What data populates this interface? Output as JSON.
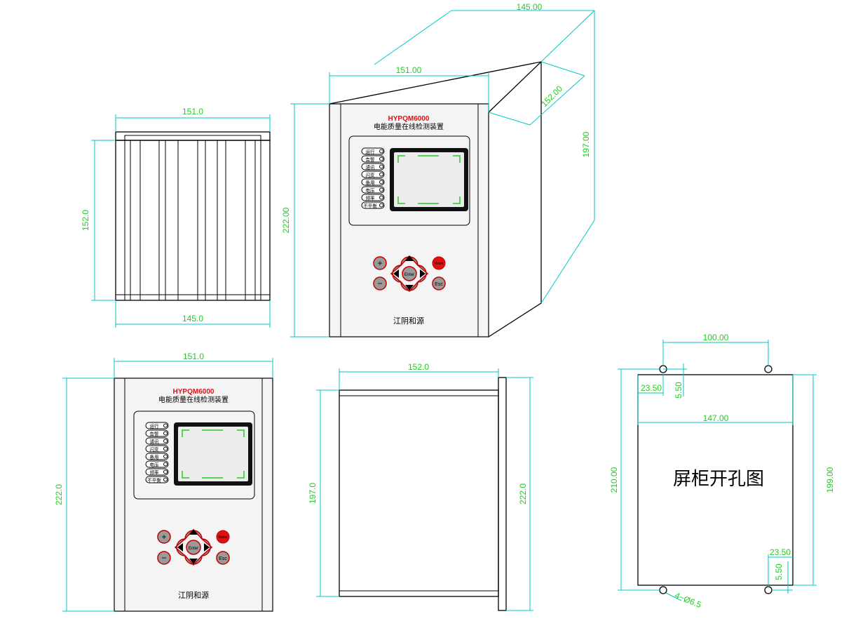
{
  "device": {
    "model": "HYPQM6000",
    "name": "电能质量在线检测装置",
    "maker": "江阴和源",
    "indicators": [
      "运行",
      "告警",
      "通讯",
      "闪变",
      "备用",
      "电压",
      "频率",
      "不平衡"
    ],
    "keys": {
      "plus": "+",
      "minus": "−",
      "enter": "Enter",
      "reset": "Reset",
      "esc": "Esc"
    }
  },
  "colors": {
    "dimension_cyan": "#00c8c8",
    "dimension_green": "#22cc22",
    "model_red": "#e01010",
    "key_outline": "#c00000",
    "screen_frame": "#000000",
    "screen_marks": "#22cc22"
  },
  "views": {
    "top_view": {
      "width_top": "151.0",
      "height": "152.0",
      "width_bottom": "145.0"
    },
    "iso_view": {
      "depth_top": "145.00",
      "front_width": "151.00",
      "side_depth": "152.00",
      "side_height": "197.00",
      "front_height": "222.00"
    },
    "front_view": {
      "width": "151.0",
      "height": "222.0"
    },
    "side_view": {
      "depth": "152.0",
      "inner_height": "197.0",
      "outer_height": "222.0"
    },
    "cutout_view": {
      "title": "屏柜开孔图",
      "hole_spacing": "100.00",
      "hole_offset_x": "23.50",
      "hole_offset_y": "5.50",
      "cut_width": "147.00",
      "outer_height": "210.00",
      "cut_height": "199.00",
      "hole_offset_x_bottom": "23.50",
      "hole_offset_y_bottom": "5.50",
      "hole_spec": "4−Ø6.5"
    }
  }
}
